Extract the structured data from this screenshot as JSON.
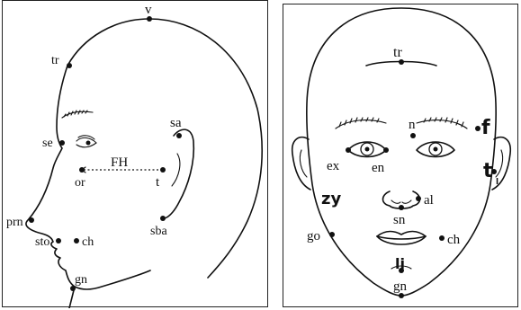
{
  "profile_view": {
    "labels": {
      "vertex": "v",
      "trichion": "tr",
      "superciliare": "se",
      "orbitale": "or",
      "frankfort_horizontal": "FH",
      "tragion": "t",
      "superaurale": "sa",
      "subaurale": "sba",
      "pronasale": "prn",
      "stomion": "sto",
      "cheilion": "ch",
      "gnathion": "gn"
    }
  },
  "frontal_view": {
    "labels": {
      "trichion": "tr",
      "nasion": "n",
      "frontotemporale": "f",
      "exocanthion": "ex",
      "endocanthion": "en",
      "tragion": "t",
      "tragion_sub": "l",
      "zygion": "zy",
      "alare": "al",
      "subnasale": "sn",
      "gonion": "go",
      "cheilion": "ch",
      "labiale_inferius": "li",
      "gnathion": "gn"
    }
  },
  "colors": {
    "line": "#111111",
    "background": "#ffffff"
  }
}
